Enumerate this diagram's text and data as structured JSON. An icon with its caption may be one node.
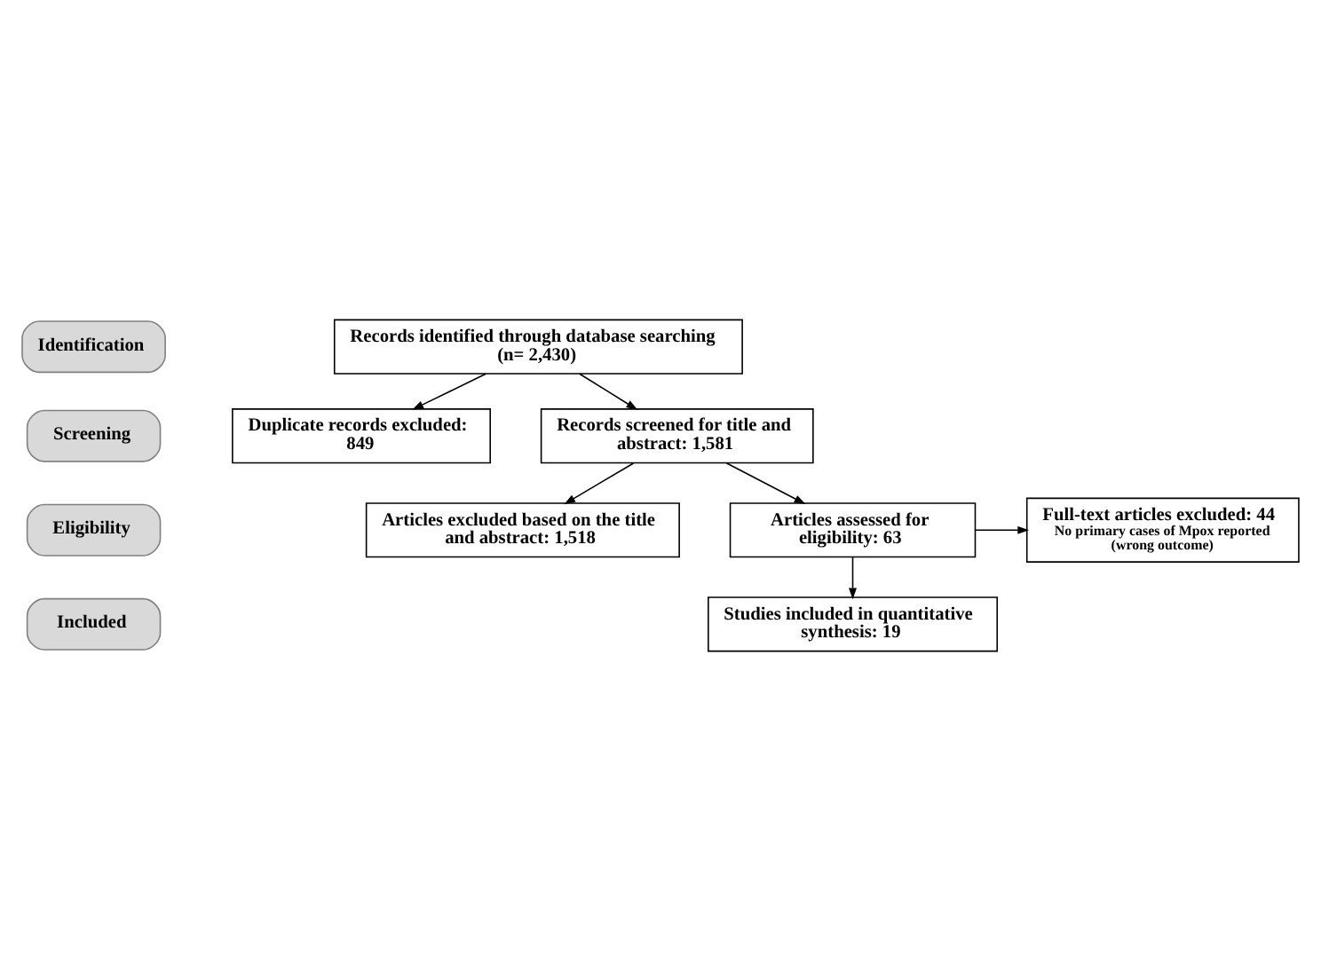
{
  "diagram": {
    "nodes": [
      {
        "text": [
          "Identification"
        ]
      },
      {
        "text": [
          "Screening"
        ]
      },
      {
        "text": [
          "Eligibility"
        ]
      },
      {
        "text": [
          "Included"
        ]
      },
      {
        "text": [
          "Records identified through database searching (n= 2,430)"
        ]
      },
      {
        "text": [
          "Duplicate records excluded: 849"
        ]
      },
      {
        "text": [
          "Records screened for title and abstract: 1,581"
        ]
      },
      {
        "text": [
          "Articles excluded based on the title and abstract: 1,518"
        ]
      },
      {
        "text": [
          "Articles assessed for eligibility: 63"
        ]
      },
      {
        "text": [
          "Full-text articles excluded: 44",
          "No primary cases of Mpox reported (wrong outcome)"
        ]
      },
      {
        "text": [
          "Studies included in quantitative synthesis: 19"
        ]
      }
    ],
    "edges": [
      {
        "from": 4,
        "to": 6,
        "arrow": "to"
      },
      {
        "from": 4,
        "to": 5,
        "arrow": "to"
      },
      {
        "from": 6,
        "to": 8,
        "arrow": "to"
      },
      {
        "from": 6,
        "to": 7,
        "arrow": "to"
      },
      {
        "from": 8,
        "to": 9,
        "arrow": "to"
      },
      {
        "from": 8,
        "to": 10,
        "arrow": "to"
      }
    ]
  }
}
